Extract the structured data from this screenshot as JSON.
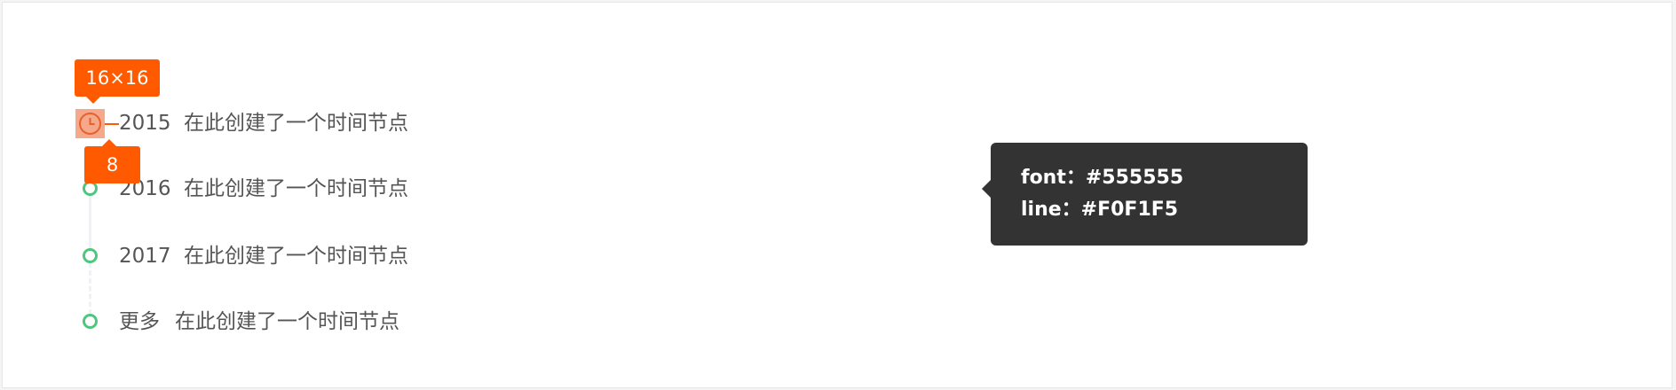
{
  "annotations": {
    "size_badge": "16×16",
    "gap_badge": "8"
  },
  "timeline": {
    "items": [
      {
        "year": "2015",
        "desc": "在此创建了一个时间节点",
        "icon": "clock-icon"
      },
      {
        "year": "2016",
        "desc": "在此创建了一个时间节点",
        "icon": "dot-icon"
      },
      {
        "year": "2017",
        "desc": "在此创建了一个时间节点",
        "icon": "dot-icon"
      },
      {
        "year": "更多",
        "desc": "在此创建了一个时间节点",
        "icon": "dot-icon"
      }
    ]
  },
  "tooltip": {
    "font_line": "font：#555555",
    "line_line": "line：#F0F1F5"
  },
  "colors": {
    "font": "#555555",
    "line": "#F0F1F5",
    "dot": "#4FC67F",
    "annotation": "#FF5A00",
    "tooltip_bg": "#333333"
  }
}
